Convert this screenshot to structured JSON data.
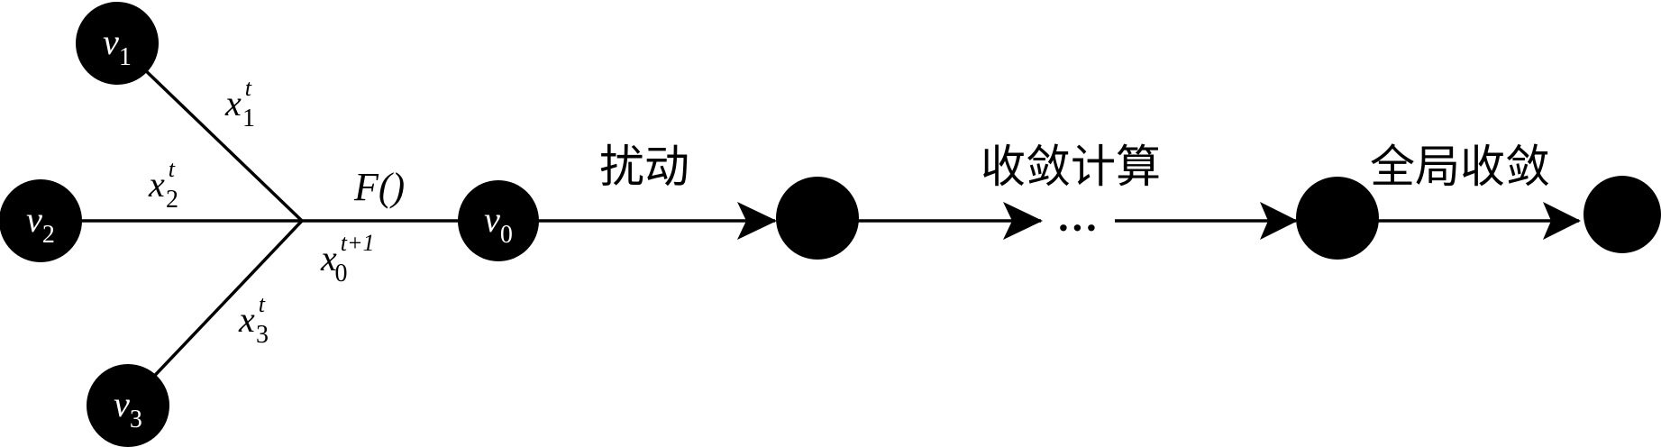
{
  "nodes": {
    "v1": {
      "base": "v",
      "sub": "1"
    },
    "v2": {
      "base": "v",
      "sub": "2"
    },
    "v3": {
      "base": "v",
      "sub": "3"
    },
    "v0": {
      "base": "v",
      "sub": "0"
    }
  },
  "edges": {
    "x1": {
      "base": "x",
      "sub": "1",
      "sup": "t"
    },
    "x2": {
      "base": "x",
      "sub": "2",
      "sup": "t"
    },
    "x3": {
      "base": "x",
      "sub": "3",
      "sup": "t"
    },
    "x0": {
      "base": "x",
      "sub": "0",
      "sup": "t+1"
    }
  },
  "function_label": "F()",
  "stages": {
    "perturb": "扰动",
    "converge_compute": "收敛计算",
    "global_converge": "全局收敛"
  },
  "ellipsis": "…",
  "colors": {
    "node_fill": "#000000",
    "line": "#000000",
    "node_text": "#ffffff",
    "background": "#ffffff"
  }
}
